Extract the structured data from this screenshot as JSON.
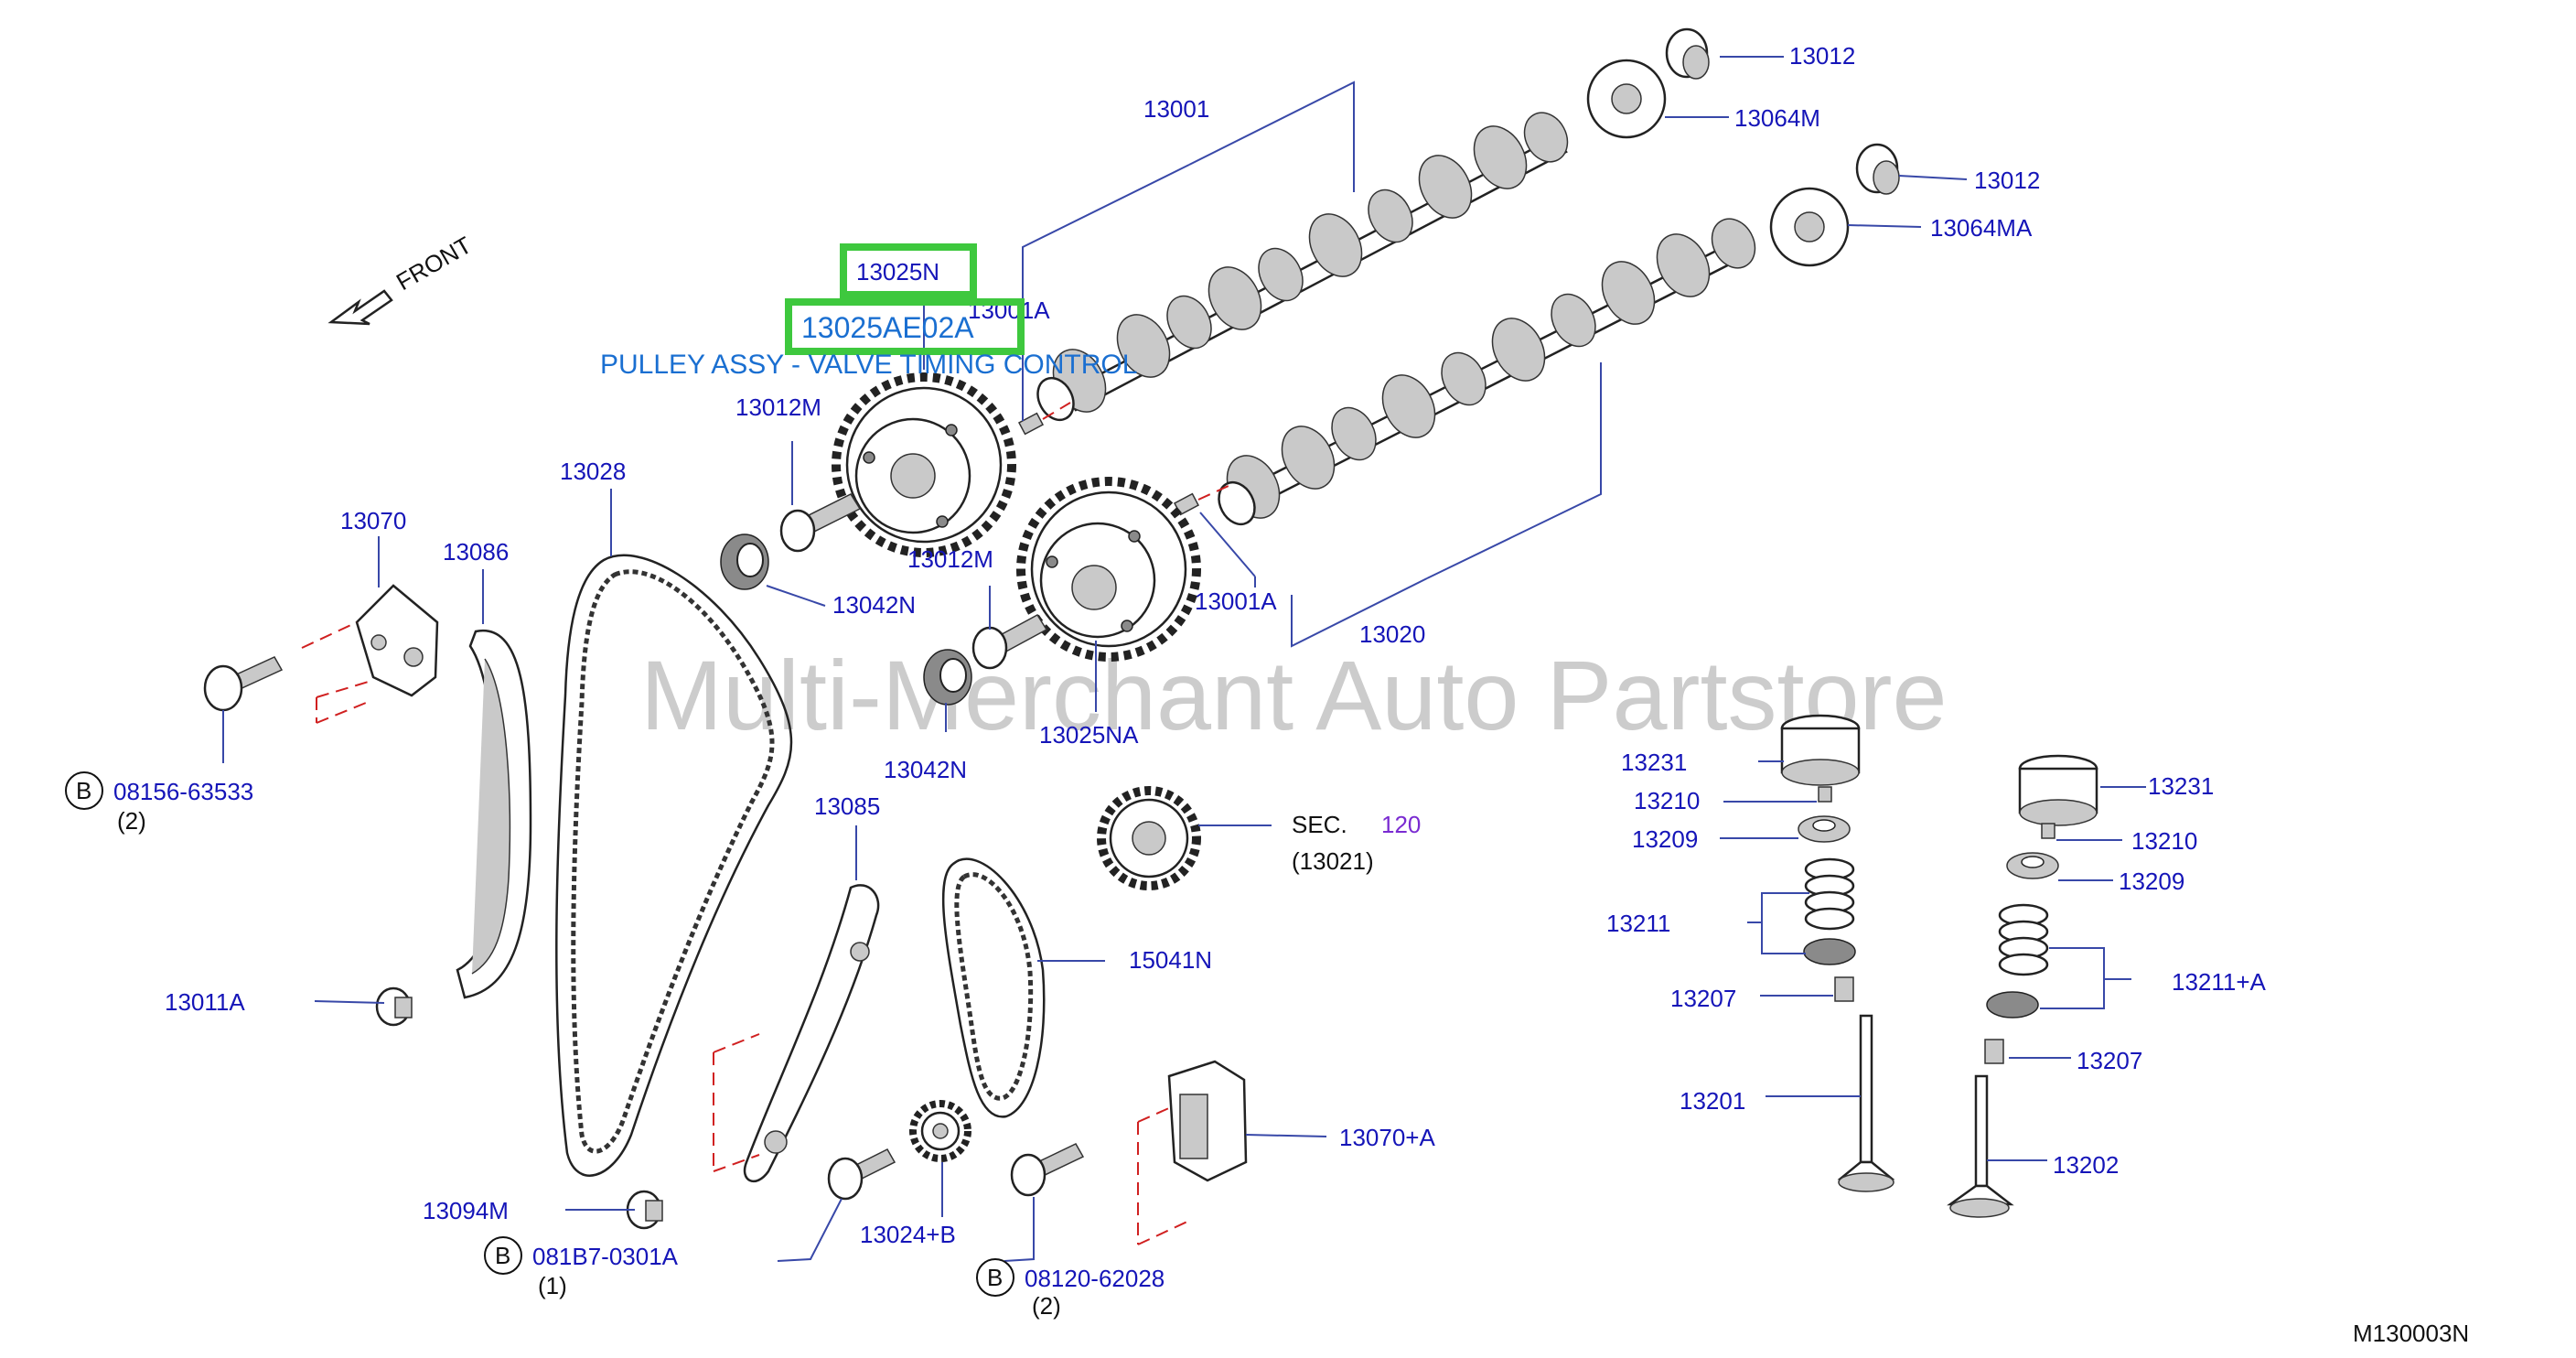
{
  "watermark": "Multi-Merchant Auto Partstore",
  "front_label": "FRONT",
  "highlight": {
    "ref": "13025N",
    "part_number": "13025AE02A",
    "description": "PULLEY ASSY - VALVE TIMING CONTROL"
  },
  "callouts": {
    "c13012_a": "13012",
    "c13064M": "13064M",
    "c13012_b": "13012",
    "c13064MA": "13064MA",
    "c13001": "13001",
    "c13001A_a": "13001A",
    "c13012M_a": "13012M",
    "c13028": "13028",
    "c13070": "13070",
    "c13086": "13086",
    "c13042N_a": "13042N",
    "c13012M_b": "13012M",
    "c13001A_b": "13001A",
    "c13020": "13020",
    "c13025NA": "13025NA",
    "c13042N_b": "13042N",
    "c13085": "13085",
    "c15041N": "15041N",
    "c13011A": "13011A",
    "c13094M": "13094M",
    "c13024B": "13024+B",
    "c13070A": "13070+A",
    "c13231_a": "13231",
    "c13210_a": "13210",
    "c13209_a": "13209",
    "c13211": "13211",
    "c13207_a": "13207",
    "c13201": "13201",
    "c13231_b": "13231",
    "c13210_b": "13210",
    "c13209_b": "13209",
    "c13211A": "13211+A",
    "c13207_b": "13207",
    "c13202": "13202"
  },
  "section_ref": {
    "prefix": "SEC.",
    "number": "120",
    "sub": "(13021)"
  },
  "bolts": [
    {
      "letter": "B",
      "part": "08156-63533",
      "qty": "(2)"
    },
    {
      "letter": "B",
      "part": "081B7-0301A",
      "qty": "(1)"
    },
    {
      "letter": "B",
      "part": "08120-62028",
      "qty": "(2)"
    }
  ],
  "diagram_code": "M130003N",
  "colors": {
    "callout": "#1515b8",
    "highlight_box": "#3ec83e",
    "highlight_text": "#1a6fd1",
    "section_number": "#7a2bd1",
    "phantom_line": "#d02020"
  },
  "icons": [
    "front-arrow-icon"
  ]
}
